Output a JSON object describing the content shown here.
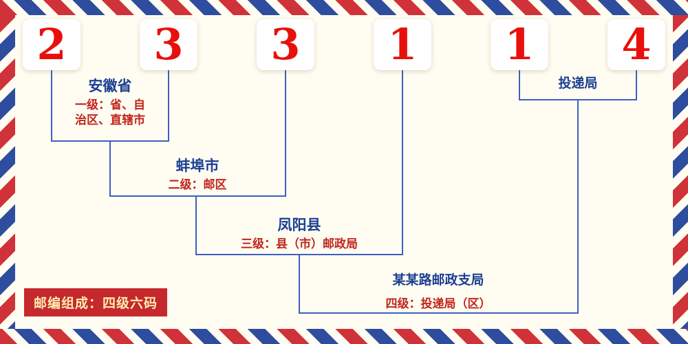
{
  "postal_code": {
    "digits": [
      "2",
      "3",
      "3",
      "1",
      "1",
      "4"
    ]
  },
  "annotations": {
    "level1": {
      "place": "安徽省",
      "desc_line1": "一级：省、自",
      "desc_line2": "治区、直辖市"
    },
    "level2": {
      "place": "蚌埠市",
      "desc": "二级：邮区"
    },
    "level3": {
      "place": "凤阳县",
      "desc": "三级：县（市）邮政局"
    },
    "level4": {
      "place": "某某路邮政支局",
      "desc": "四级：投递局（区）"
    },
    "delivery": {
      "place": "投递局"
    }
  },
  "footer": {
    "badge": "邮编组成：四级六码"
  },
  "colors": {
    "digit_red": "#e8100c",
    "line_blue": "#3d5fc0",
    "place_navy": "#1c3f93",
    "desc_red": "#c0251c",
    "badge_bg": "#c5282d",
    "badge_text": "#ffedb0",
    "stripe_red": "#cf3339",
    "stripe_blue": "#2f4d9e",
    "background": "#fffdf2"
  }
}
